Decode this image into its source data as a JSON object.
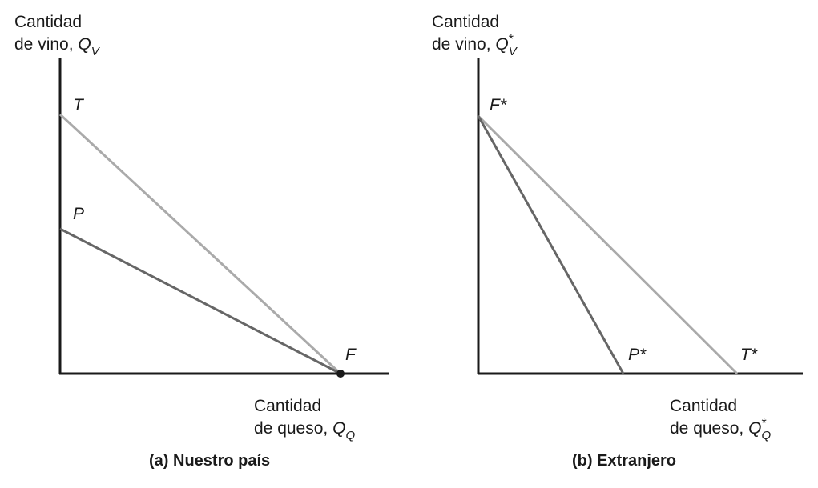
{
  "panel_a": {
    "y_label_line1": "Cantidad",
    "y_label_line2": "de vino,",
    "y_var": "Q",
    "y_sub": "V",
    "x_label_line1": "Cantidad",
    "x_label_line2": "de queso,",
    "x_var": "Q",
    "x_sub": "Q",
    "point_T": "T",
    "point_P": "P",
    "point_F": "F",
    "caption": "(a) Nuestro país"
  },
  "panel_b": {
    "y_label_line1": "Cantidad",
    "y_label_line2": "de vino,",
    "y_var": "Q",
    "y_star": "*",
    "y_sub": "V",
    "x_label_line1": "Cantidad",
    "x_label_line2": "de queso,",
    "x_var": "Q",
    "x_star": "*",
    "x_sub": "Q",
    "point_F": "F*",
    "point_P": "P*",
    "point_T": "T*",
    "caption": "(b) Extranjero"
  },
  "colors": {
    "axis": "#1a1a1a",
    "line_light": "#aaaaaa",
    "line_dark": "#666666"
  }
}
